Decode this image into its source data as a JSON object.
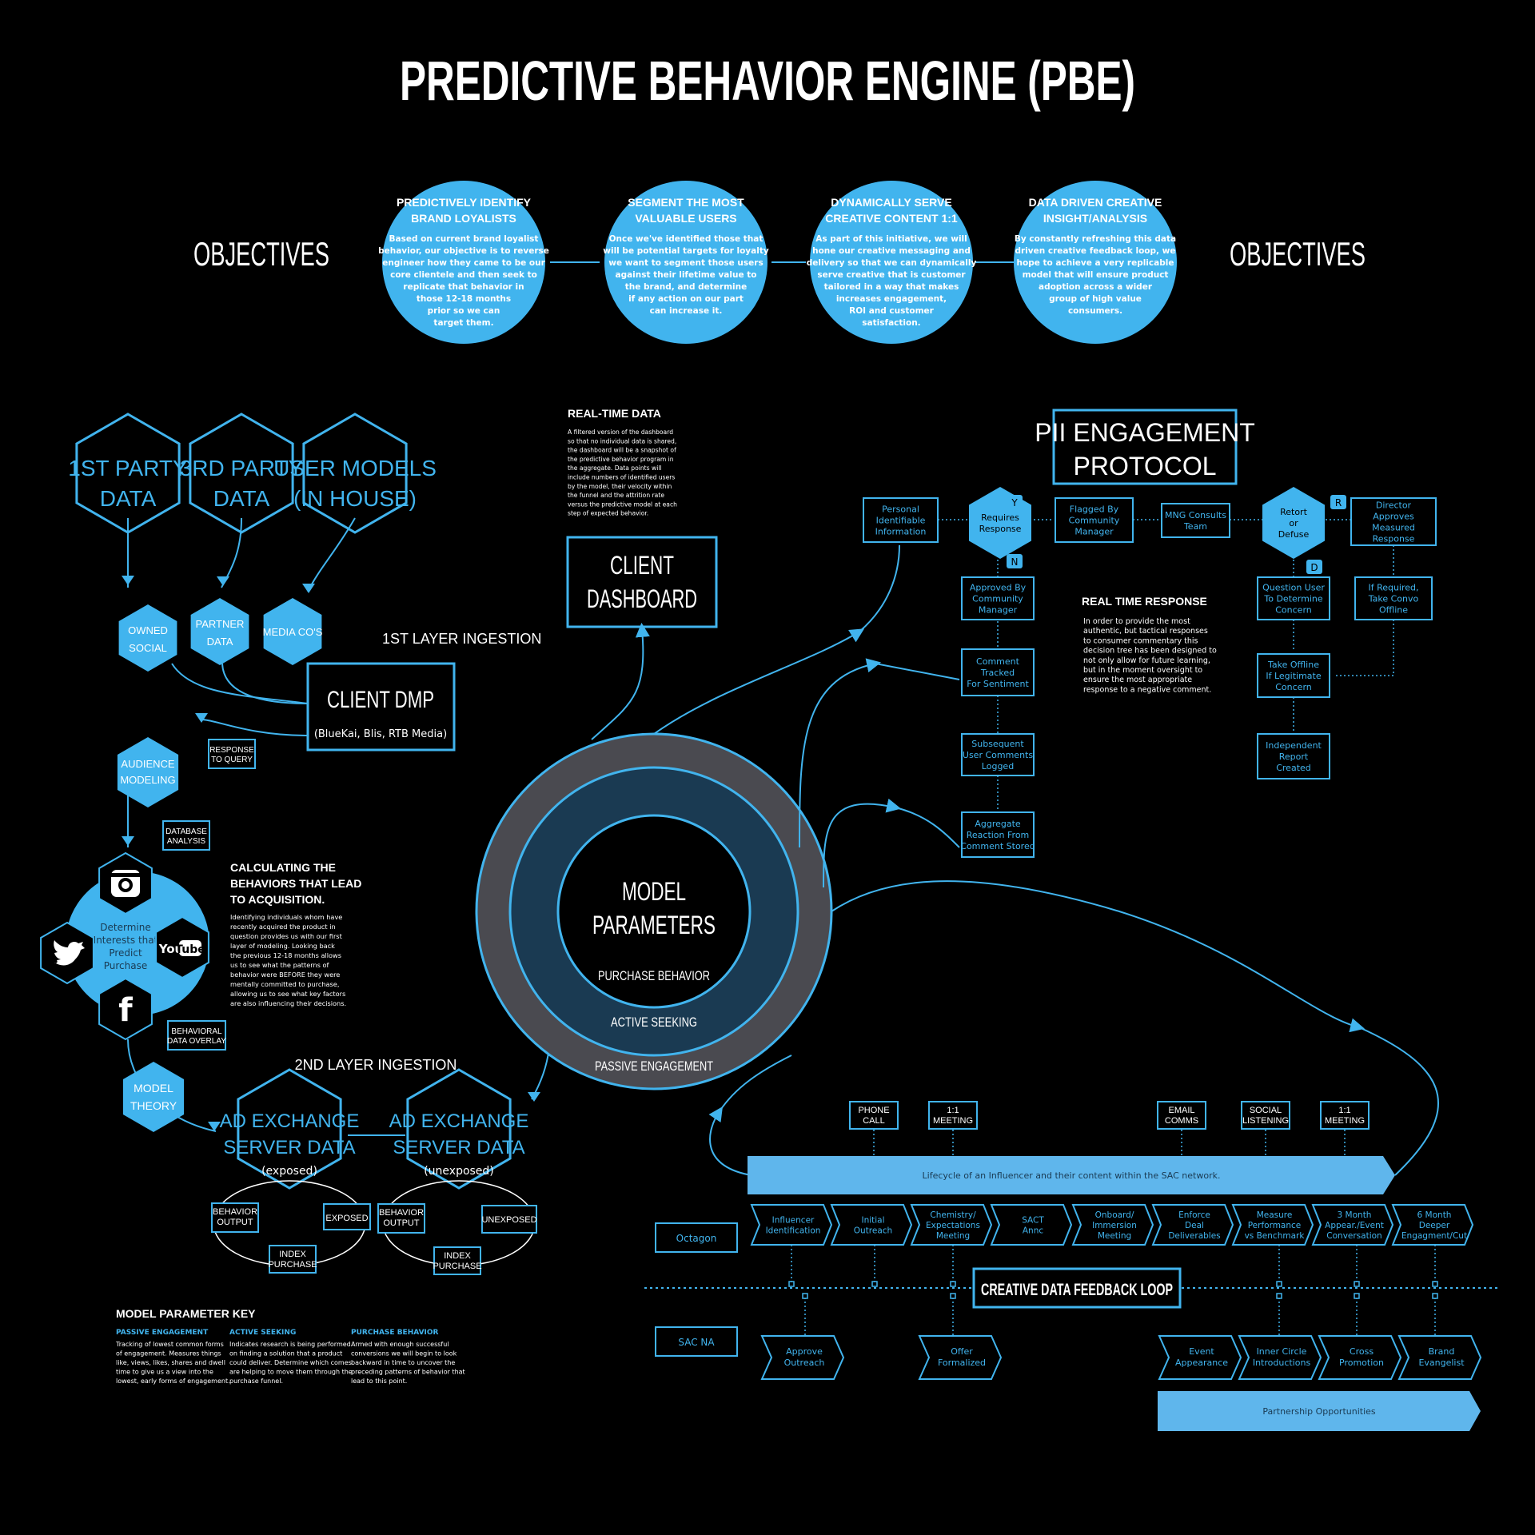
{
  "title": "PREDICTIVE BEHAVIOR ENGINE (PBE)",
  "objectives_left": "OBJECTIVES",
  "objectives_right": "OBJECTIVES",
  "objectives": [
    {
      "title": [
        "PREDICTIVELY IDENTIFY",
        "BRAND LOYALISTS"
      ],
      "body": [
        "Based on current brand loyalist",
        "behavior, our objective is to reverse",
        "engineer how they came to be our",
        "core clientele and then seek to",
        "replicate that behavior in",
        "those 12-18 months",
        "prior so we can",
        "target them."
      ]
    },
    {
      "title": [
        "SEGMENT THE MOST",
        "VALUABLE USERS"
      ],
      "body": [
        "Once we've identified those that",
        "will be potential targets for loyalty",
        "we want to segment those users",
        "against their lifetime value to",
        "the brand, and determine",
        "if any action on our part",
        "can increase it."
      ]
    },
    {
      "title": [
        "DYNAMICALLY SERVE",
        "CREATIVE CONTENT 1:1"
      ],
      "body": [
        "As part of this initiative, we will",
        "hone our creative messaging and",
        "delivery so that we can dynamically",
        "serve creative that is customer",
        "tailored in a way that makes",
        "increases engagement,",
        "ROI and customer",
        "satisfaction."
      ]
    },
    {
      "title": [
        "DATA DRIVEN CREATIVE",
        "INSIGHT/ANALYSIS"
      ],
      "body": [
        "By constantly refreshing this data",
        "driven creative feedback loop, we",
        "hope to achieve a very replicable",
        "model that will ensure product",
        "adoption across a wider",
        "group of high value",
        "consumers."
      ]
    }
  ],
  "sources": [
    {
      "lines": [
        "1ST PARTY",
        "DATA"
      ]
    },
    {
      "lines": [
        "3RD PARTY",
        "DATA"
      ]
    },
    {
      "lines": [
        "USER MODELS",
        "(IN HOUSE)"
      ]
    }
  ],
  "ingest_hexes": [
    {
      "lines": [
        "OWNED",
        "SOCIAL"
      ]
    },
    {
      "lines": [
        "PARTNER",
        "DATA"
      ]
    },
    {
      "lines": [
        "MEDIA CO'S"
      ]
    }
  ],
  "first_layer": "1ST LAYER INGESTION",
  "dmp": {
    "title": "CLIENT DMP",
    "sub": "(BlueKai, Blis, RTB Media)"
  },
  "audience": [
    "AUDIENCE",
    "MODELING"
  ],
  "response_query": [
    "RESPONSE",
    "TO QUERY"
  ],
  "database_analysis": [
    "DATABASE",
    "ANALYSIS"
  ],
  "determine": [
    "Determine",
    "Interests that",
    "Predict",
    "Purchase"
  ],
  "calc": {
    "title": [
      "CALCULATING THE",
      "BEHAVIORS THAT LEAD",
      "TO ACQUISITION."
    ],
    "body": [
      "Identifying individuals whom have",
      "recently acquired the product in",
      "question provides us with our first",
      "layer of modeling. Looking back",
      "the previous 12-18 months allows",
      "us to see what the patterns of",
      "behavior were BEFORE they were",
      "mentally committed to purchase,",
      "allowing us to see what key factors",
      "are also influencing their decisions."
    ]
  },
  "behavioral_overlay": [
    "BEHAVIORAL",
    "DATA OVERLAY"
  ],
  "model_theory": [
    "MODEL",
    "THEORY"
  ],
  "second_layer": "2ND LAYER INGESTION",
  "adx_exposed": {
    "lines": [
      "AD EXCHANGE",
      "SERVER DATA"
    ],
    "sub": "(exposed)"
  },
  "adx_unexposed": {
    "lines": [
      "AD EXCHANGE",
      "SERVER DATA"
    ],
    "sub": "(unexposed)"
  },
  "behavior_output": [
    "BEHAVIOR",
    "OUTPUT"
  ],
  "exposed_label": "EXPOSED",
  "unexposed_label": "UNEXPOSED",
  "index_purchase": [
    "INDEX",
    "PURCHASE"
  ],
  "key": {
    "title": "MODEL PARAMETER KEY",
    "cols": [
      {
        "head": "PASSIVE ENGAGEMENT",
        "body": [
          "Tracking of lowest common forms",
          "of engagement. Measures things",
          "like, views, likes, shares and dwell",
          "time to give us a view into the",
          "lowest, early forms of engagement."
        ]
      },
      {
        "head": "ACTIVE SEEKING",
        "body": [
          "Indicates research is being performed",
          "on finding a solution that a product",
          "could deliver. Determine which comes",
          "are helping to move them through the",
          "purchase funnel."
        ]
      },
      {
        "head": "PURCHASE BEHAVIOR",
        "body": [
          "Armed with enough successful",
          "conversions we will begin to look",
          "backward in time to uncover the",
          "preceding patterns of behavior that",
          "lead to this point."
        ]
      }
    ]
  },
  "realtime": {
    "title": "REAL-TIME  DATA",
    "body": [
      "A filtered version of the dashboard",
      "so that no individual data is shared,",
      "the dashboard will be a snapshot of",
      "the predictive behavior program in",
      "the aggregate. Data points will",
      "include numbers of identified users",
      "by the model, their velocity within",
      "the funnel and the attrition rate",
      "versus the predictive model at each",
      "step of expected behavior."
    ]
  },
  "dashboard": [
    "CLIENT",
    "DASHBOARD"
  ],
  "model": {
    "title": [
      "MODEL",
      "PARAMETERS"
    ],
    "purchase": "PURCHASE BEHAVIOR",
    "active": "ACTIVE SEEKING",
    "passive": "PASSIVE ENGAGEMENT"
  },
  "pii": {
    "title": [
      "PII ENGAGEMENT",
      "PROTOCOL"
    ],
    "personal": [
      "Personal",
      "Identifiable",
      "Information"
    ],
    "requires": [
      "Requires",
      "Response"
    ],
    "y": "Y",
    "n": "N",
    "r": "R",
    "d": "D",
    "flagged": [
      "Flagged By",
      "Community",
      "Manager"
    ],
    "mng": [
      "MNG Consults",
      "Team"
    ],
    "retort": [
      "Retort",
      "or",
      "Defuse"
    ],
    "director": [
      "Director",
      "Approves",
      "Measured",
      "Response"
    ],
    "approved": [
      "Approved By",
      "Community",
      "Manager"
    ],
    "comment": [
      "Comment",
      "Tracked",
      "For Sentiment"
    ],
    "subsequent": [
      "Subsequent",
      "User Comments",
      "Logged"
    ],
    "aggregate": [
      "Aggregate",
      "Reaction From",
      "Comment Stored"
    ],
    "question": [
      "Question User",
      "To Determine",
      "Concern"
    ],
    "ifreq": [
      "If Required,",
      "Take Convo",
      "Offline"
    ],
    "takeoff": [
      "Take Offline",
      "If Legitimate",
      "Concern"
    ],
    "independent": [
      "Independent",
      "Report",
      "Created"
    ]
  },
  "rtr": {
    "title": "REAL TIME RESPONSE",
    "body": [
      "In order to provide the most",
      "authentic, but tactical responses",
      "to consumer commentary this",
      "decision tree has been designed to",
      "not only allow for future learning,",
      "but in the moment oversight to",
      "ensure the most appropriate",
      "response to a negative comment."
    ]
  },
  "touchpoints": [
    [
      "PHONE",
      "CALL"
    ],
    [
      "1:1",
      "MEETING"
    ],
    [
      "EMAIL",
      "COMMS"
    ],
    [
      "SOCIAL",
      "LISTENING"
    ],
    [
      "1:1",
      "MEETING"
    ]
  ],
  "lifecycle": "Lifecycle of an Influencer and their content within the SAC network.",
  "octagon": "Octagon",
  "sac_na": "SAC NA",
  "steps": [
    [
      "Influencer",
      "Identification"
    ],
    [
      "Initial",
      "Outreach"
    ],
    [
      "Chemistry/",
      "Expectations",
      "Meeting"
    ],
    [
      "SACT",
      "Annc"
    ],
    [
      "Onboard/",
      "Immersion",
      "Meeting"
    ],
    [
      "Enforce",
      "Deal",
      "Deliverables"
    ],
    [
      "Measure",
      "Performance",
      "vs Benchmark"
    ],
    [
      "3 Month",
      "Appear./Event",
      "Conversation"
    ],
    [
      "6 Month",
      "Deeper",
      "Engagment/Cut"
    ]
  ],
  "feedback": "CREATIVE DATA FEEDBACK LOOP",
  "sac_steps": [
    [
      "Approve",
      "Outreach"
    ],
    [
      "Offer",
      "Formalized"
    ],
    [
      "Event",
      "Appearance"
    ],
    [
      "Inner Circle",
      "Introductions"
    ],
    [
      "Cross",
      "Promotion"
    ],
    [
      "Brand",
      "Evangelist"
    ]
  ],
  "partnership": "Partnership Opportunities",
  "colors": {
    "accent": "#41b4ee",
    "ring_outer": "#4a4a50",
    "ring_inner": "#1a3a52",
    "bg": "#000000",
    "text": "#ffffff"
  }
}
